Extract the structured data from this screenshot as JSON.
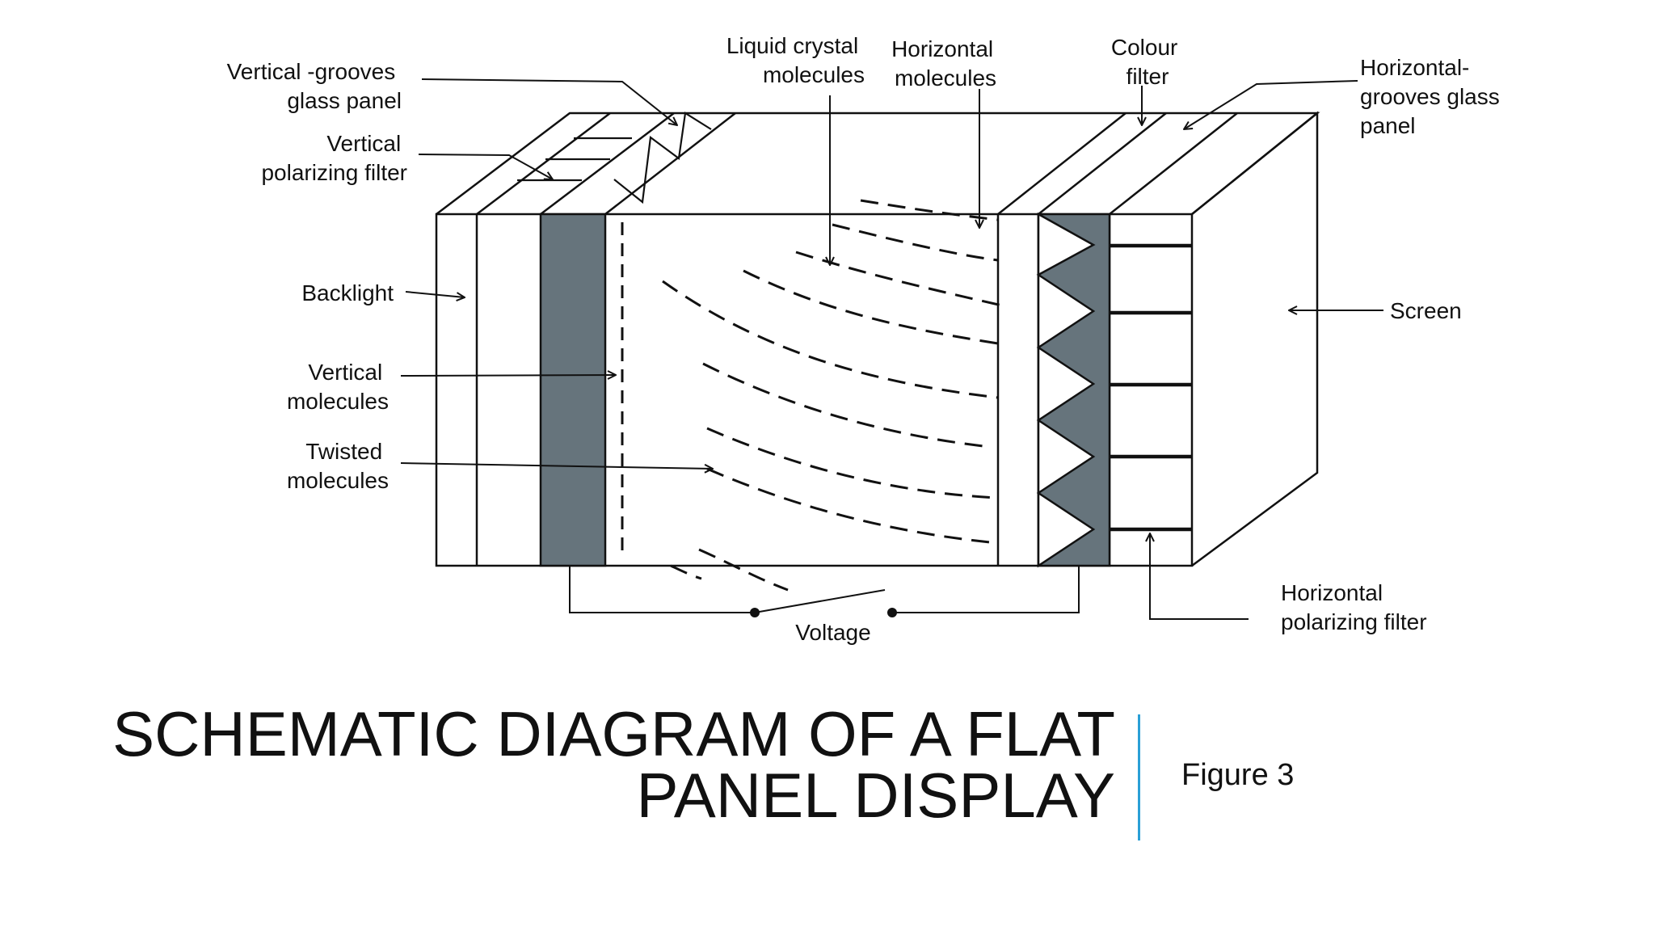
{
  "diagram": {
    "labels": {
      "vertical_grooves_glass_panel": [
        "Vertical -grooves",
        "glass panel"
      ],
      "vertical_polarizing_filter": [
        "Vertical",
        "polarizing filter"
      ],
      "backlight": "Backlight",
      "vertical_molecules": [
        "Vertical",
        "molecules"
      ],
      "twisted_molecules": [
        "Twisted",
        "molecules"
      ],
      "liquid_crystal_molecules": [
        "Liquid crystal",
        "molecules"
      ],
      "horizontal_molecules": [
        "Horizontal",
        "molecules"
      ],
      "colour_filter": [
        "Colour",
        "filter"
      ],
      "horizontal_grooves_glass_panel": [
        "Horizontal-",
        "grooves glass",
        "panel"
      ],
      "screen": "Screen",
      "horizontal_polarizing_filter": [
        "Horizontal",
        "polarizing filter"
      ],
      "voltage": "Voltage"
    },
    "colors": {
      "line": "#111111",
      "filter_fill": "#66747c"
    }
  },
  "title": {
    "line1": "SCHEMATIC DIAGRAM OF A FLAT",
    "line2": "PANEL DISPLAY",
    "divider_color": "#2a9fd6"
  },
  "figure_label": "Figure 3"
}
